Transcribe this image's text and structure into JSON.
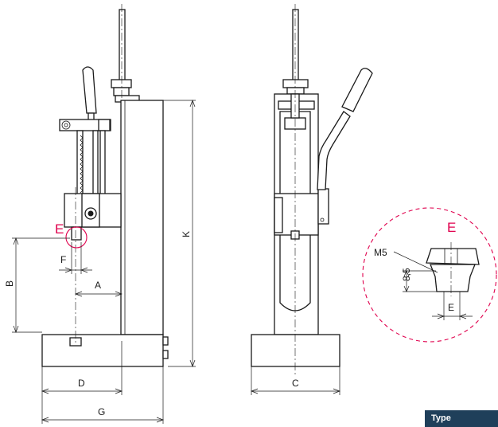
{
  "labels": {
    "B": "B",
    "K": "K",
    "A": "A",
    "C": "C",
    "D": "D",
    "F": "F",
    "G": "G",
    "E": "E"
  },
  "detail": {
    "label": "E",
    "thread": "M5",
    "depth": "8,5",
    "dim": "E"
  },
  "footer_tab": "Type",
  "colors": {
    "line": "#1a1a1a",
    "highlight": "#e0004d",
    "tab": "#1f3f5a"
  }
}
